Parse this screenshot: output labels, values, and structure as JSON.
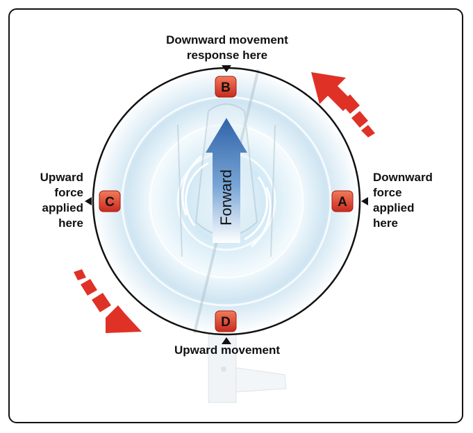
{
  "labels": {
    "top": [
      "Downward movement",
      "response here"
    ],
    "left": [
      "Upward",
      "force",
      "applied",
      "here"
    ],
    "right": [
      "Downward",
      "force",
      "applied",
      "here"
    ],
    "bottom": "Upward movement",
    "forward": "Forward"
  },
  "points": {
    "a": "A",
    "b": "B",
    "c": "C",
    "d": "D"
  },
  "colors": {
    "marker": "#d8382a",
    "arrow_red": "#e03127",
    "forward_arrow": "#3a6fb0",
    "disk_glow": "#c9e4f3",
    "outline": "#111111"
  }
}
